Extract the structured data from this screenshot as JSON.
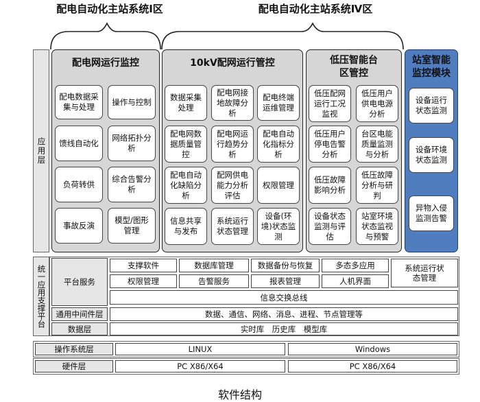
{
  "headers": {
    "zone1": "配电自动化主站系统Ⅰ区",
    "zone4": "配电自动化主站系统Ⅳ区"
  },
  "app_layer": {
    "label": "应用层",
    "panels": [
      {
        "title": "配电网运行监控",
        "cards": [
          "配电数据采集与处理",
          "操作与控制",
          "馈线自动化",
          "网络拓扑分析",
          "负荷转供",
          "综合告警分析",
          "事故反演",
          "模型/图形管理"
        ]
      },
      {
        "title": "10kV配网运行管控",
        "cards": [
          "数据采集处理",
          "配电网接地故障分析",
          "配电终端运维管理",
          "配电网数据质量管控",
          "配电网运行趋势分析",
          "配电自动化指标分析",
          "配电自动化缺陷分析",
          "配网供电能力分析评估",
          "权限管理",
          "信息共享与发布",
          "系统运行状态管理",
          "设备(环境)状态监测"
        ]
      },
      {
        "title": "低压智能台区管控",
        "cards": [
          "低压配网运行工况监视",
          "低压用户供电电源分析",
          "低压用户停电告警分析",
          "台区电能质量监测与分析",
          "低压故障影响分析",
          "低压故障分析与研判",
          "设备状态监测与评估",
          "站室环境状态监视与预警"
        ]
      },
      {
        "title": "站室智能监控模块",
        "cards": [
          "设备运行状态监测",
          "设备环境状态监测",
          "异物入侵监测告警"
        ]
      }
    ]
  },
  "support_platform": {
    "label": "统一应用支撑平台",
    "platform_services": {
      "label": "平台服务",
      "row1": [
        "支撑软件",
        "数据库管理",
        "数据备份与恢复",
        "多态多应用"
      ],
      "row2": [
        "权限管理",
        "告警服务",
        "报表管理",
        "人机界面"
      ],
      "right": "系统运行状态管理",
      "bus": "信息交换总线"
    },
    "middleware": {
      "label": "通用中间件层",
      "content": "数据、通信、网络、消息、进程、节点管理等"
    },
    "data_layer": {
      "label": "数据层",
      "content": "实时库　历史库　模型库"
    }
  },
  "os_layer": {
    "label": "操作系统层",
    "left": "LINUX",
    "right": "Windows"
  },
  "hw_layer": {
    "label": "硬件层",
    "left": "PC X86/X64",
    "right": "PC X86/X64"
  },
  "caption": "软件结构"
}
